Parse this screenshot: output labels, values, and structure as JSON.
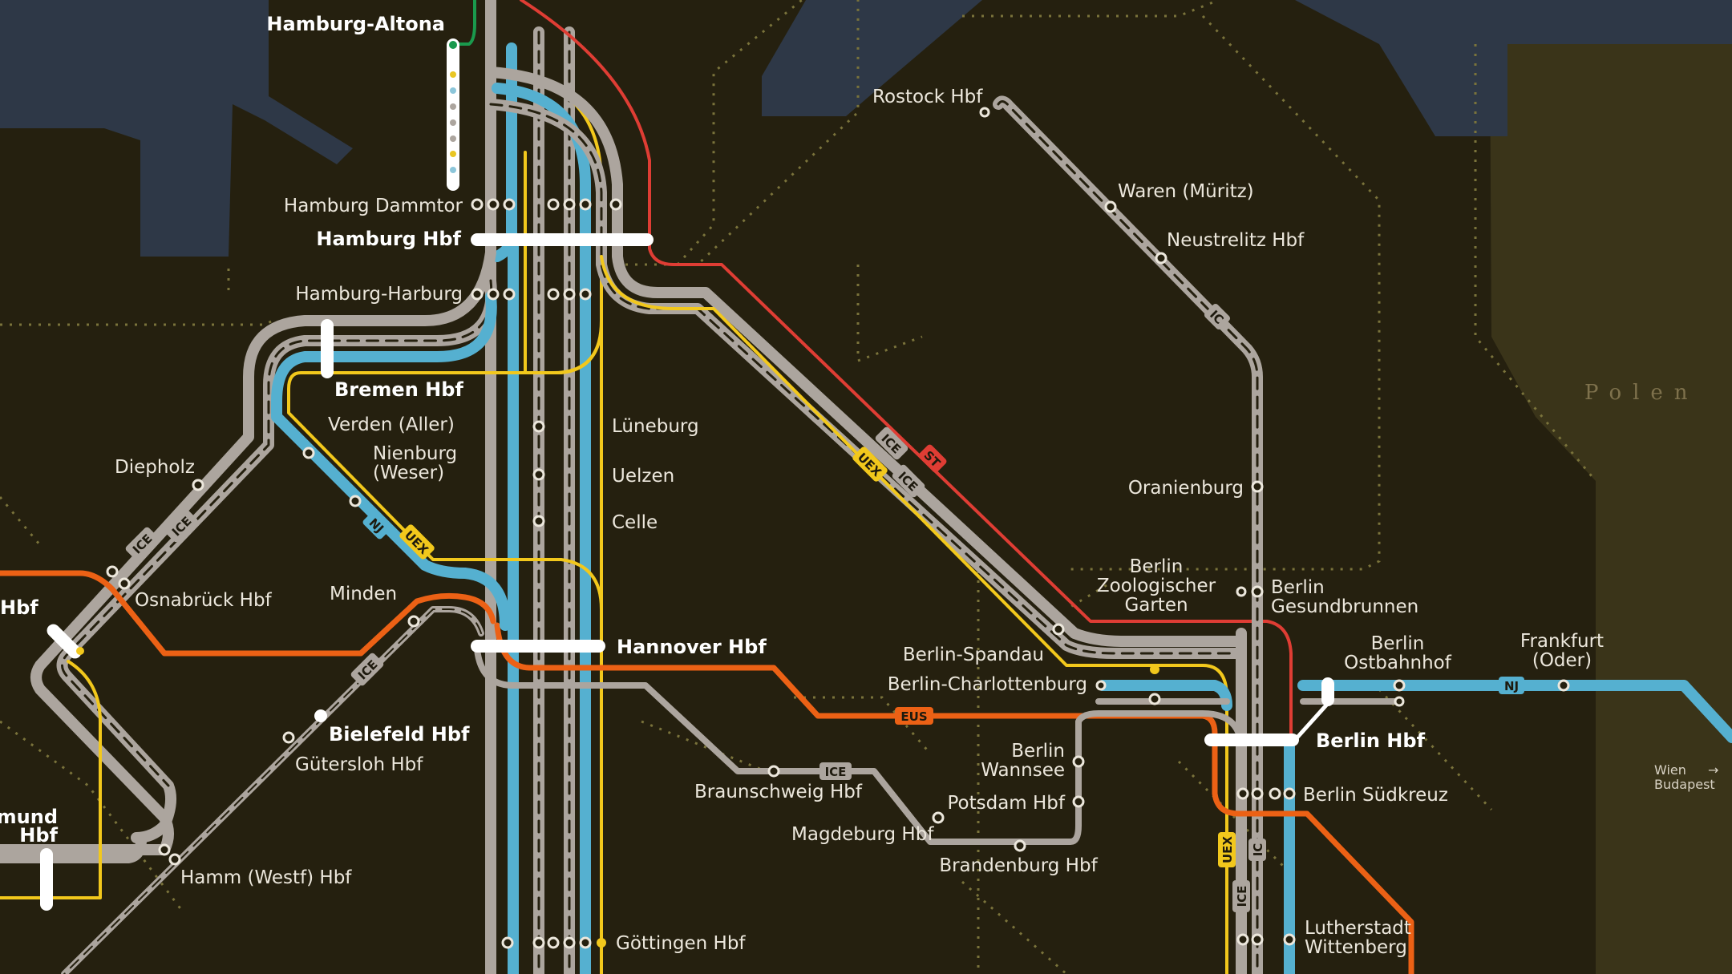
{
  "colors": {
    "background": "#25200f",
    "water": "#2e3847",
    "poland": "#3a3419",
    "border": "#7a733b",
    "ice": "#aca59e",
    "nightjet": "#55b0d0",
    "uex": "#f2c81c",
    "eus": "#ec6115",
    "st": "#df3d34",
    "green": "#1a9a4d"
  },
  "country_label": "Polen",
  "exit_label": {
    "line1": "Wien",
    "line2": "Budapest",
    "arrow": "→"
  },
  "stations": {
    "hamburg_altona": "Hamburg-Altona",
    "hamburg_dammtor": "Hamburg Dammtor",
    "hamburg_hbf": "Hamburg Hbf",
    "hamburg_harburg": "Hamburg-Harburg",
    "bremen_hbf": "Bremen Hbf",
    "verden": "Verden (Aller)",
    "nienburg_1": "Nienburg",
    "nienburg_2": "(Weser)",
    "diepholz": "Diepholz",
    "osnabrueck": "Osnabrück Hbf",
    "minden": "Minden",
    "muenster_partial": "Hbf",
    "bielefeld": "Bielefeld Hbf",
    "guetersloh": "Gütersloh Hbf",
    "hamm": "Hamm (Westf) Hbf",
    "dortmund_1": "rtmund",
    "dortmund_2": "Hbf",
    "lueneburg": "Lüneburg",
    "uelzen": "Uelzen",
    "celle": "Celle",
    "hannover": "Hannover Hbf",
    "goettingen": "Göttingen Hbf",
    "braunschweig": "Braunschweig Hbf",
    "magdeburg": "Magdeburg Hbf",
    "rostock": "Rostock Hbf",
    "waren": "Waren (Müritz)",
    "neustrelitz": "Neustrelitz Hbf",
    "oranienburg": "Oranienburg",
    "berlin_zoo_1": "Berlin",
    "berlin_zoo_2": "Zoologischer",
    "berlin_zoo_3": "Garten",
    "berlin_gesund_1": "Berlin",
    "berlin_gesund_2": "Gesundbrunnen",
    "berlin_spandau": "Berlin-Spandau",
    "berlin_charlottenburg": "Berlin-Charlottenburg",
    "berlin_wannsee_1": "Berlin",
    "berlin_wannsee_2": "Wannsee",
    "potsdam": "Potsdam Hbf",
    "brandenburg": "Brandenburg Hbf",
    "berlin_ost_1": "Berlin",
    "berlin_ost_2": "Ostbahnhof",
    "frankfurt_oder_1": "Frankfurt",
    "frankfurt_oder_2": "(Oder)",
    "berlin_hbf": "Berlin Hbf",
    "berlin_suedkreuz": "Berlin Südkreuz",
    "wittenberg_1": "Lutherstadt",
    "wittenberg_2": "Wittenberg"
  },
  "line_badges": {
    "ice_1": "ICE",
    "ice_2": "ICE",
    "ice_3": "ICE",
    "ice_4": "ICE",
    "ice_5": "ICE",
    "ice_6": "ICE",
    "ice_7": "ICE",
    "nj_1": "NJ",
    "nj_2": "NJ",
    "uex_1": "UEX",
    "uex_2": "UEX",
    "uex_3": "UEX",
    "st": "ST",
    "eus": "EUS",
    "ic_1": "IC",
    "ic_2": "IC"
  }
}
